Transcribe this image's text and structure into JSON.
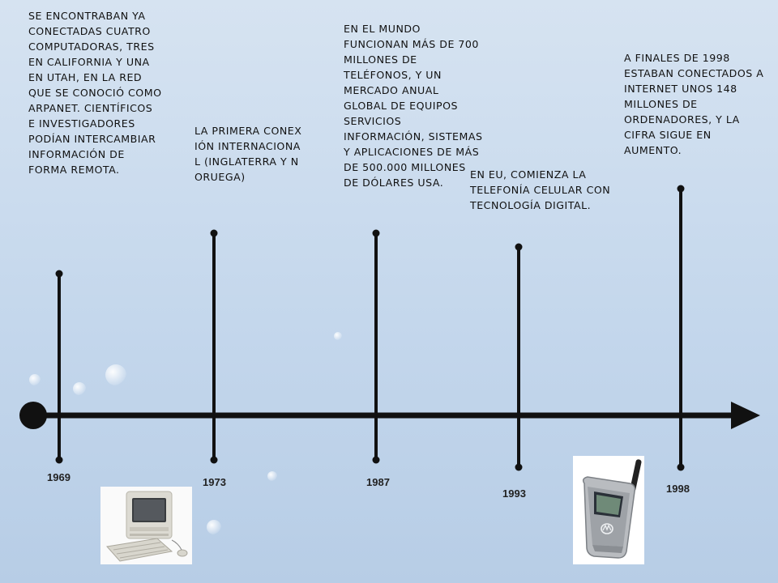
{
  "timeline": {
    "events": [
      {
        "year": "1969",
        "text": "SE ENCONTRABAN YA CONECTADAS CUATRO COMPUTADORAS, TRES EN CALIFORNIA Y UNA EN UTAH, EN LA RED QUE SE CONOCIÓ COMO ARPANET. CIENTÍFICOS E INVESTIGADORES PODÍAN INTERCAMBIAR INFORMACIÓN DE FORMA REMOTA."
      },
      {
        "year": "1973",
        "text": "LA PRIMERA CONEXIÓN INTERNACIONAL (INGLATERRA Y NORUEGA)"
      },
      {
        "year": "1987",
        "text": "EN EL MUNDO FUNCIONAN MÁS DE 700 MILLONES DE TELÉFONOS, Y UN MERCADO ANUAL GLOBAL DE EQUIPOS SERVICIOS INFORMACIÓN, SISTEMAS Y APLICACIONES DE MÁS DE 500.000 MILLONES DE DÓLARES USA."
      },
      {
        "year": "1993",
        "text": "EN EU, COMIENZA LA TELEFONÍA CELULAR CON TECNOLOGÍA DIGITAL."
      },
      {
        "year": "1998",
        "text": "A FINALES DE 1998 ESTABAN CONECTADOS A INTERNET UNOS 148 MILLONES DE ORDENADORES, Y LA CIFRA SIGUE EN AUMENTO."
      }
    ],
    "images": {
      "computer": "desktop-computer-photo",
      "phone": "flip-phone-photo"
    },
    "colors": {
      "line": "#111111",
      "background": "#c4d7ec"
    }
  }
}
